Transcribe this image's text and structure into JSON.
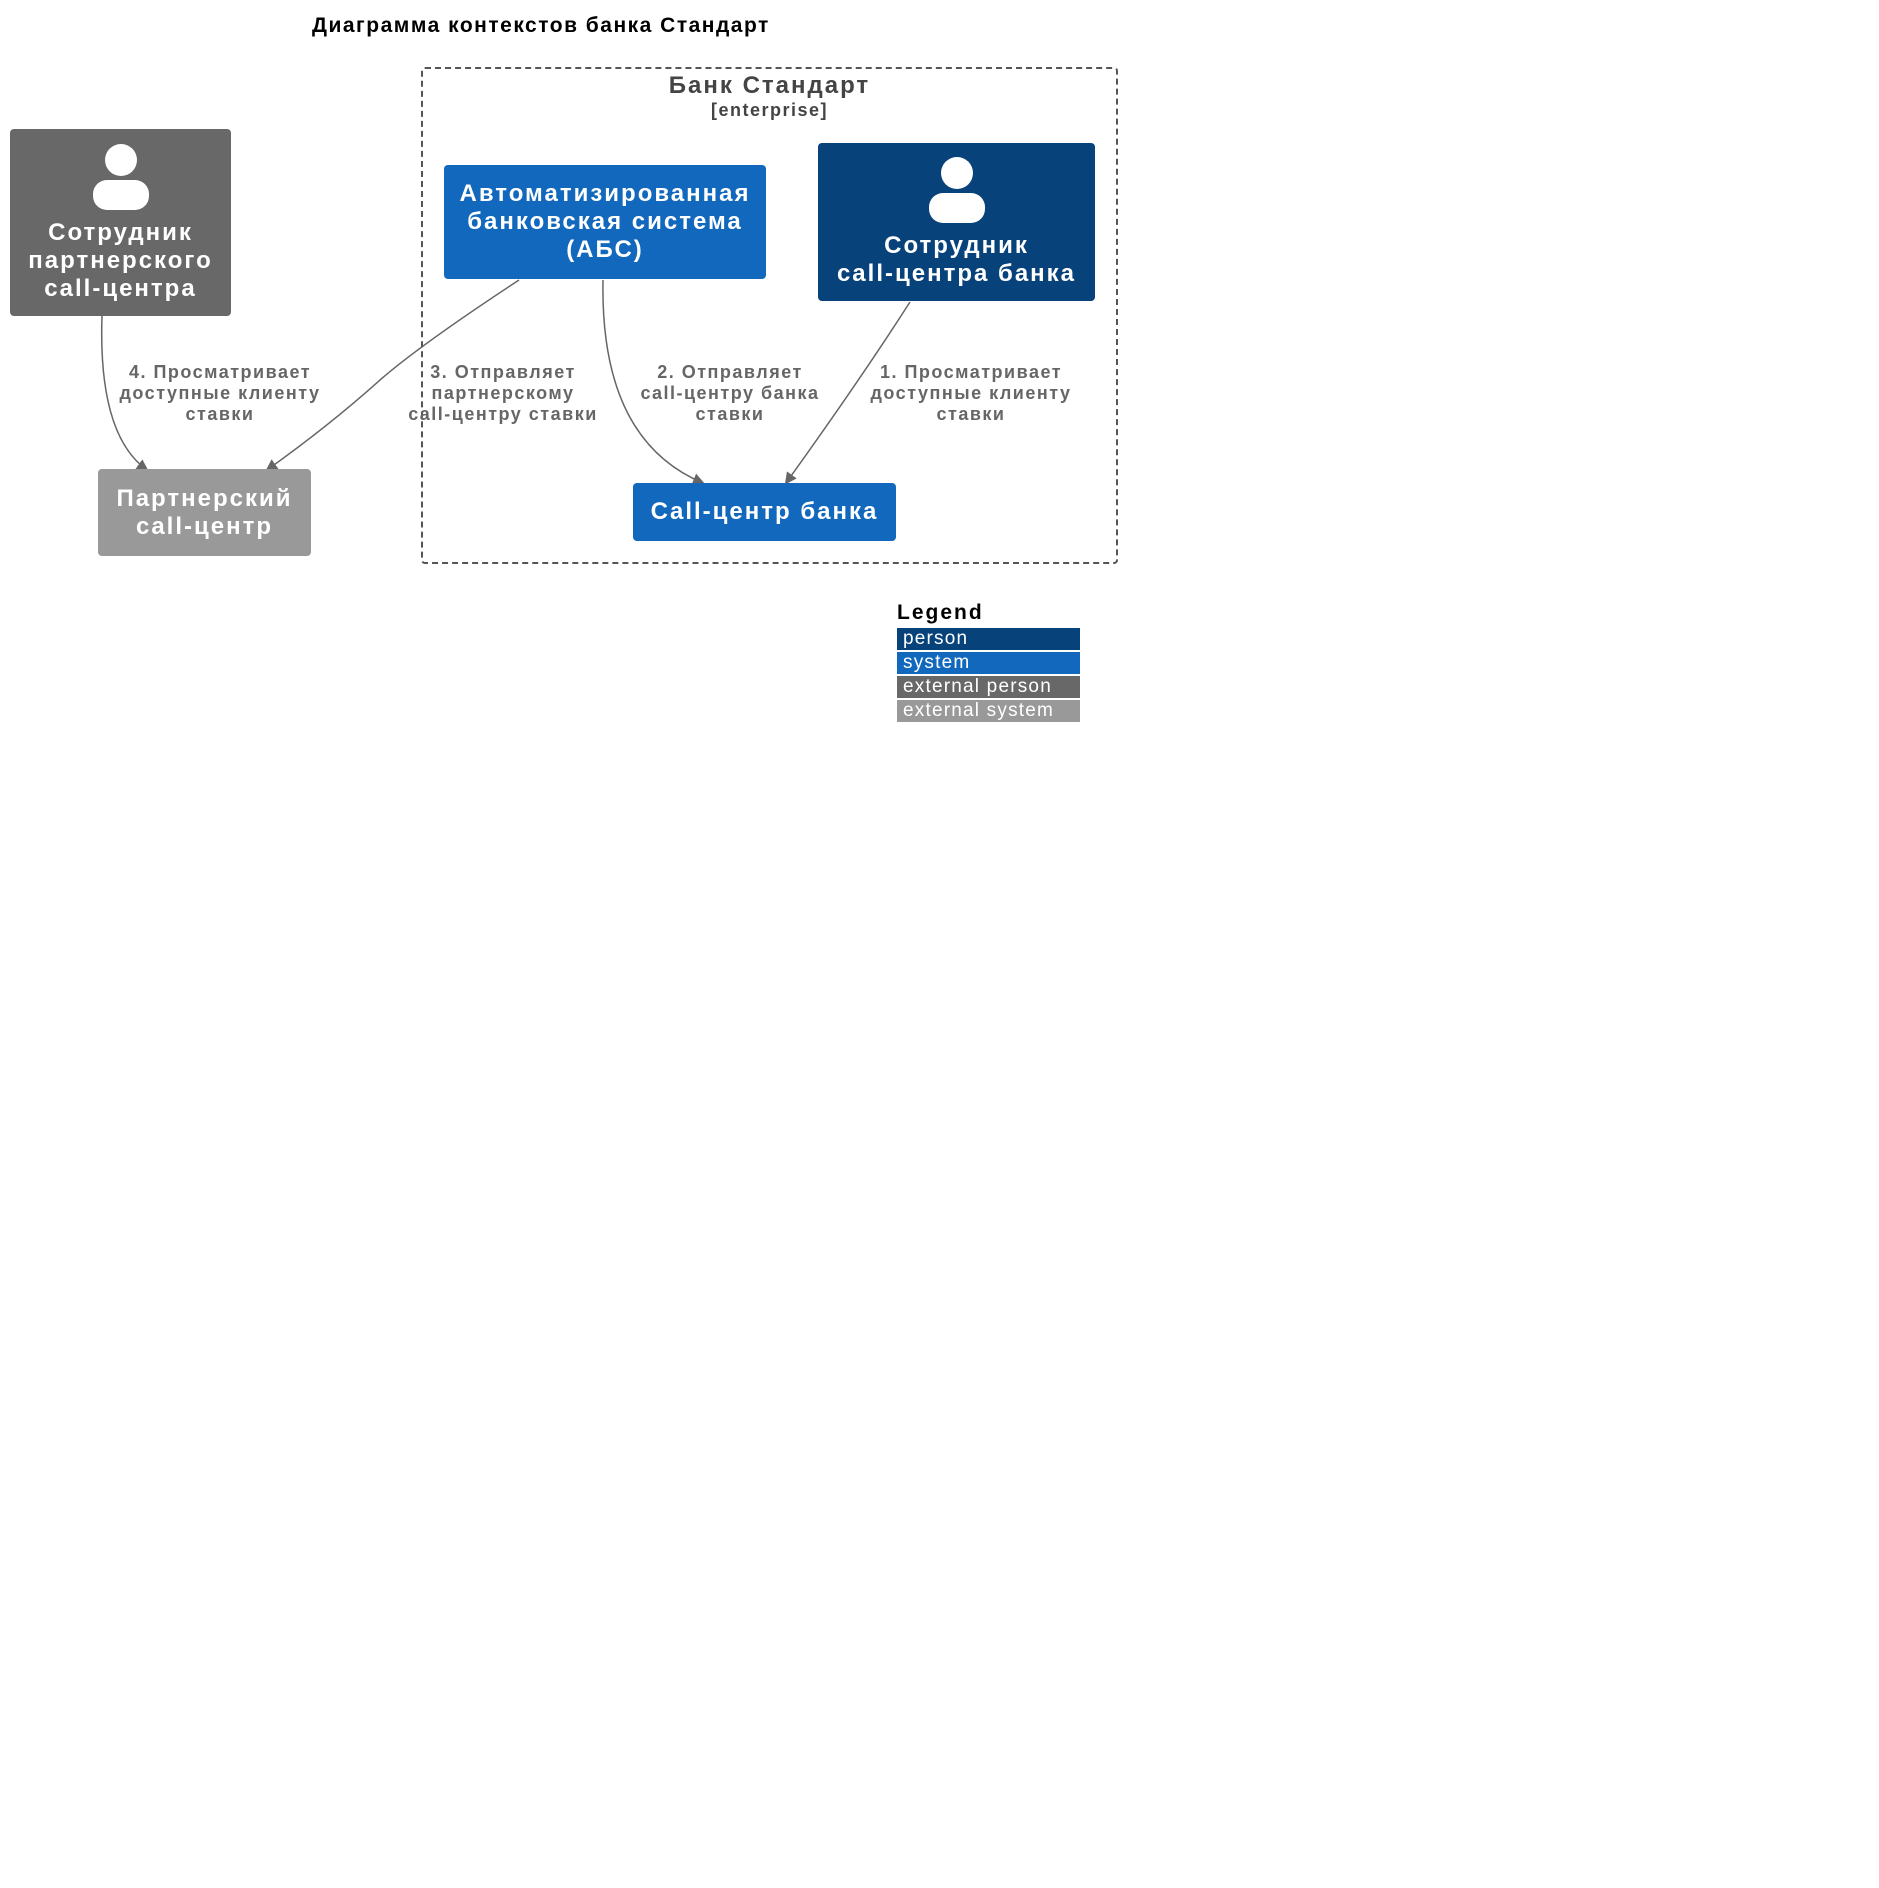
{
  "diagram": {
    "title": "Диаграмма контекстов банка Стандарт",
    "boundary": {
      "title": "Банк Стандарт",
      "subtitle": "[enterprise]"
    },
    "nodes": {
      "partner_employee": {
        "label": "Сотрудник\nпартнерского\ncall-центра",
        "kind": "external person",
        "color": "#686868"
      },
      "abs": {
        "label": "Автоматизированная\nбанковская система\n(АБС)",
        "kind": "system",
        "color": "#1168BD"
      },
      "bank_employee": {
        "label": "Сотрудник\ncall-центра банка",
        "kind": "person",
        "color": "#08427B"
      },
      "partner_callcenter": {
        "label": "Партнерский\ncall-центр",
        "kind": "external system",
        "color": "#999999"
      },
      "bank_callcenter": {
        "label": "Call-центр банка",
        "kind": "system",
        "color": "#1168BD"
      }
    },
    "relations": [
      {
        "from": "bank_employee",
        "to": "bank_callcenter",
        "label": "1. Просматривает\nдоступные клиенту\nставки"
      },
      {
        "from": "abs",
        "to": "bank_callcenter",
        "label": "2. Отправляет\ncall-центру банка\nставки"
      },
      {
        "from": "abs",
        "to": "partner_callcenter",
        "label": "3. Отправляет\nпартнерскому\ncall-центру ставки"
      },
      {
        "from": "partner_employee",
        "to": "partner_callcenter",
        "label": "4. Просматривает\nдоступные клиенту\nставки"
      }
    ],
    "edge_color": "#666666"
  },
  "legend": {
    "title": "Legend",
    "items": [
      {
        "label": "person",
        "color": "#08427B"
      },
      {
        "label": "system",
        "color": "#1168BD"
      },
      {
        "label": "external person",
        "color": "#686868"
      },
      {
        "label": "external system",
        "color": "#999999"
      }
    ]
  }
}
